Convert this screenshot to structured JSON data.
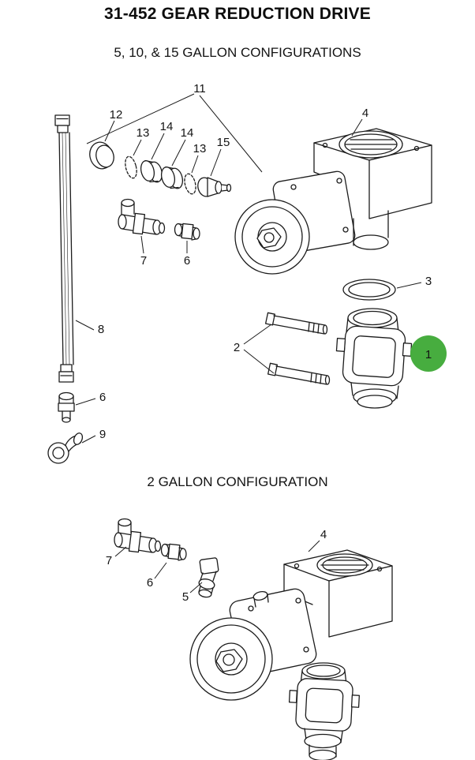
{
  "page": {
    "title": "31-452 GEAR REDUCTION DRIVE"
  },
  "sections": {
    "multi_gallon": {
      "title": "5, 10, & 15 GALLON CONFIGURATIONS",
      "callouts": {
        "c1": "1",
        "c2": "2",
        "c3": "3",
        "c4": "4",
        "c6a": "6",
        "c6b": "6",
        "c7": "7",
        "c8": "8",
        "c9": "9",
        "c11": "11",
        "c12": "12",
        "c13a": "13",
        "c13b": "13",
        "c14a": "14",
        "c14b": "14",
        "c15": "15"
      },
      "highlighted_callout": "1"
    },
    "two_gallon": {
      "title": "2 GALLON CONFIGURATION",
      "callouts": {
        "c4": "4",
        "c5": "5",
        "c6": "6",
        "c7": "7"
      }
    }
  },
  "colors": {
    "highlight": "#47ad3f",
    "line": "#1c1c1c",
    "text": "#141414"
  }
}
